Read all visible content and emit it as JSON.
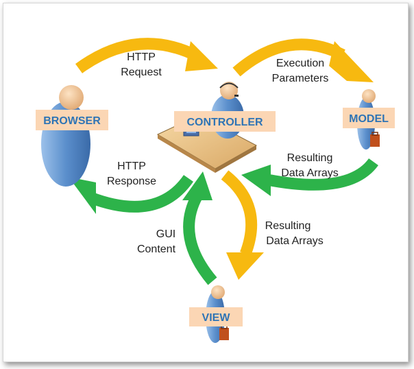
{
  "nodes": {
    "browser": "BROWSER",
    "controller": "CONTROLLER",
    "model": "MODEL",
    "view": "VIEW"
  },
  "arrows": {
    "browser_to_controller": [
      "HTTP",
      "Request"
    ],
    "controller_to_model": [
      "Execution",
      "Parameters"
    ],
    "model_to_controller": [
      "Resulting",
      "Data Arrays"
    ],
    "controller_to_browser": [
      "HTTP",
      "Response"
    ],
    "controller_to_view": [
      "Resulting",
      "Data Arrays"
    ],
    "view_to_controller": [
      "GUI",
      "Content"
    ]
  },
  "colors": {
    "request_arrow": "#f7b910",
    "response_arrow": "#2db34a",
    "label_box": "#fbd6b4",
    "label_text": "#2e74b5",
    "person_blue": "#5b8fcc",
    "skin": "#f2c79b",
    "desk": "#c89a5e"
  }
}
